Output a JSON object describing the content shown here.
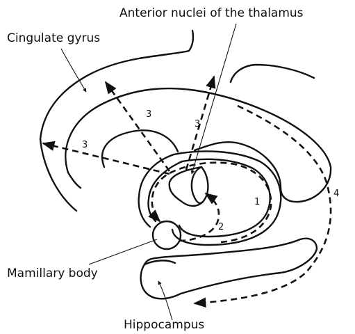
{
  "labels": {
    "anterior_nuclei": "Anterior nuclei of the thalamus",
    "cingulate_gyrus": "Cingulate gyrus",
    "mamillary_body": "Mamillary body",
    "hippocampus": "Hippocampus"
  },
  "pathway_numbers": {
    "fornix": "1",
    "mamillothalamic": "2",
    "thalamocortical_a": "3",
    "thalamocortical_b": "3",
    "thalamocortical_c": "3",
    "cingulum": "4"
  },
  "colors": {
    "ink": "#111111",
    "background": "#ffffff"
  }
}
